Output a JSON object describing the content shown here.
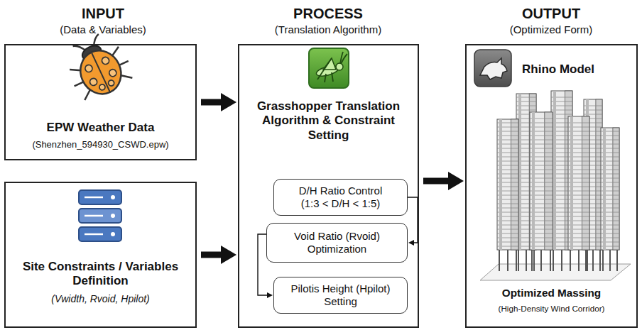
{
  "diagram": {
    "nodes": [
      {
        "text": [
          "EPW Weather Data",
          "(Shenzhen_594930_CSWD.epw)"
        ]
      },
      {
        "text": [
          "Site Constraints / Variables Definition",
          "(Vwidth, Rvoid, Hpilot)"
        ]
      },
      {
        "text": [
          "Grasshopper Translation Algorithm & Constraint Setting"
        ]
      },
      {
        "text": [
          "D/H Ratio Control",
          "(1:3 < D/H < 1:5)"
        ],
        "in": 2
      },
      {
        "text": [
          "Void Ratio (Rvoid) Optimization"
        ],
        "in": 2
      },
      {
        "text": [
          "Pilotis Height (Hpilot) Setting"
        ],
        "in": 2
      },
      {
        "text": [
          "Rhino Model",
          "Optimized Massing",
          "(High-Density Wind Corridor)"
        ]
      }
    ],
    "edges": [
      {
        "from": 0,
        "to": 2,
        "arrow": "to"
      },
      {
        "from": 1,
        "to": 2,
        "arrow": "to"
      },
      {
        "from": 2,
        "to": 6,
        "arrow": "to"
      },
      {
        "from": 3,
        "to": 4,
        "arrow": "to"
      },
      {
        "from": 4,
        "to": 5,
        "arrow": "to"
      }
    ],
    "labels": [
      "INPUT",
      "(Data & Variables)",
      "PROCESS",
      "(Translation Algorithm)",
      "OUTPUT",
      "(Optimized Form)"
    ]
  }
}
